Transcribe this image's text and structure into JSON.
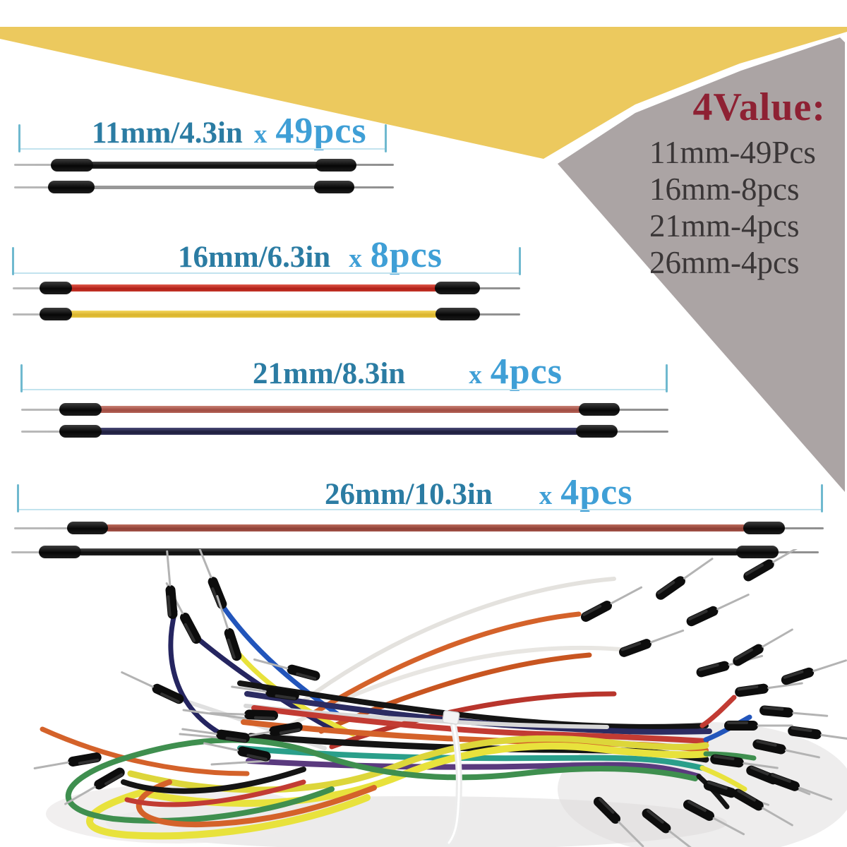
{
  "value_panel": {
    "title": "4Value:",
    "items": [
      "11mm-49Pcs",
      "16mm-8pcs",
      "21mm-4pcs",
      "26mm-4pcs"
    ]
  },
  "rows": [
    {
      "size": "11mm/4.3in",
      "mult": "x",
      "qty": "49pcs",
      "wire_colors": [
        "black",
        "silver-gray"
      ]
    },
    {
      "size": "16mm/6.3in",
      "mult": "x",
      "qty": "8pcs",
      "wire_colors": [
        "red",
        "yellow"
      ]
    },
    {
      "size": "21mm/8.3in",
      "mult": "x",
      "qty": "4pcs",
      "wire_colors": [
        "salmon-red",
        "navy-blue"
      ]
    },
    {
      "size": "26mm/10.3in",
      "mult": "x",
      "qty": "4pcs",
      "wire_colors": [
        "brick-red",
        "black"
      ]
    }
  ],
  "colors": {
    "banner_yellow": "#ecc95e",
    "banner_gray": "#aba4a4",
    "title_red": "#8e2133",
    "list_text": "#3a3637",
    "size_label_teal": "#2b7ca3",
    "qty_label_blue": "#3f9fd6",
    "dimension_line": "#c2e3ee",
    "dimension_tick": "#6fb9cf"
  }
}
